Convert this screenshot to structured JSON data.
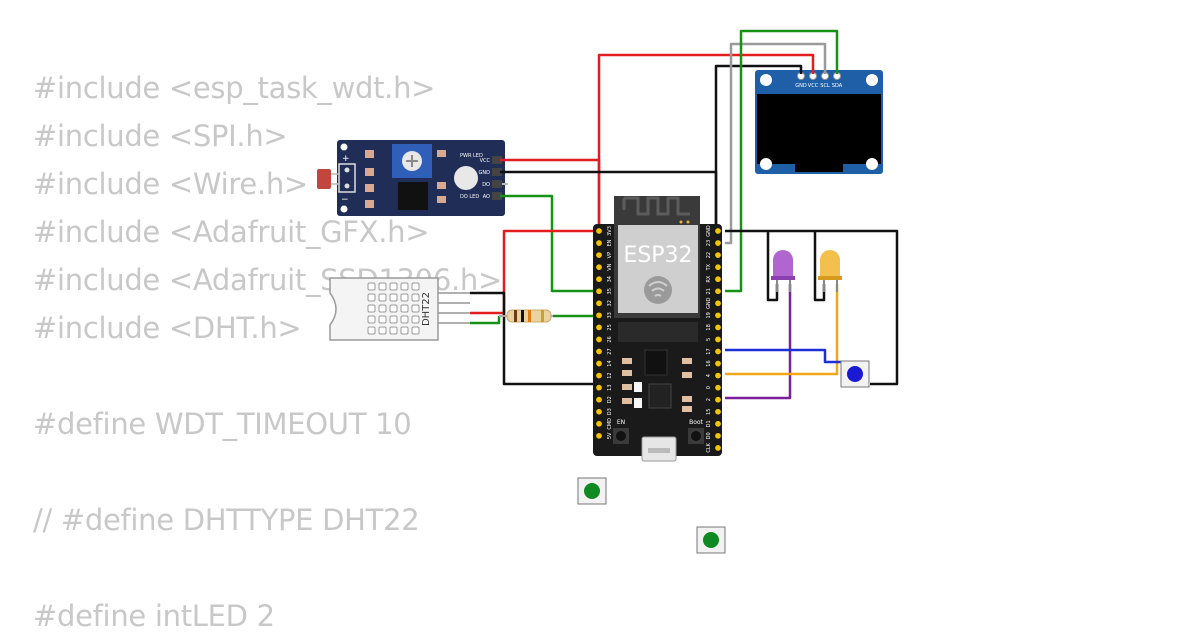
{
  "code": {
    "lines": [
      "#include <esp_task_wdt.h>",
      "#include <SPI.h>",
      "#include <Wire.h>",
      "#include <Adafruit_GFX.h>",
      "#include <Adafruit_SSD1306.h>",
      "#include <DHT.h>",
      "#define WDT_TIMEOUT 10",
      "// #define DHTTYPE DHT22",
      "#define intLED 2"
    ]
  },
  "esp32": {
    "label": "ESP32",
    "en_label": "EN",
    "boot_label": "Boot",
    "left_pins": [
      "3V3",
      "EN",
      "VP",
      "VN",
      "34",
      "35",
      "32",
      "33",
      "25",
      "26",
      "27",
      "14",
      "12",
      "13",
      "D2",
      "D3",
      "CMD",
      "5V"
    ],
    "right_pins": [
      "GND",
      "23",
      "22",
      "TX",
      "RX",
      "21",
      "GND",
      "19",
      "18",
      "5",
      "17",
      "16",
      "4",
      "0",
      "2",
      "15",
      "D1",
      "D0",
      "CLK"
    ]
  },
  "oled": {
    "pins": [
      "GND",
      "VCC",
      "SCL",
      "SDA"
    ]
  },
  "ldr_module": {
    "pins": [
      "VCC",
      "GND",
      "DO",
      "AO"
    ],
    "pwr_led": "PWR LED",
    "do_led": "DO LED",
    "plus": "+",
    "minus": "−"
  },
  "dht": {
    "label": "DHT22"
  },
  "colors": {
    "board": "#1a1a1a",
    "pin": "#f5c400",
    "oled_blue": "#1e5fa8",
    "ldr_blue": "#1f2d57",
    "wire_red": "#e11d1d",
    "wire_black": "#111111",
    "wire_green": "#169216",
    "wire_gray": "#9a9a9a",
    "wire_blue": "#1d2fd6",
    "wire_orange": "#f2a71b",
    "wire_purple": "#7a1f9a",
    "led_purple": "#a24bc6",
    "led_yellow": "#f3b93a",
    "button_blue": "#1a1ad6",
    "button_green": "#0f8a22"
  }
}
